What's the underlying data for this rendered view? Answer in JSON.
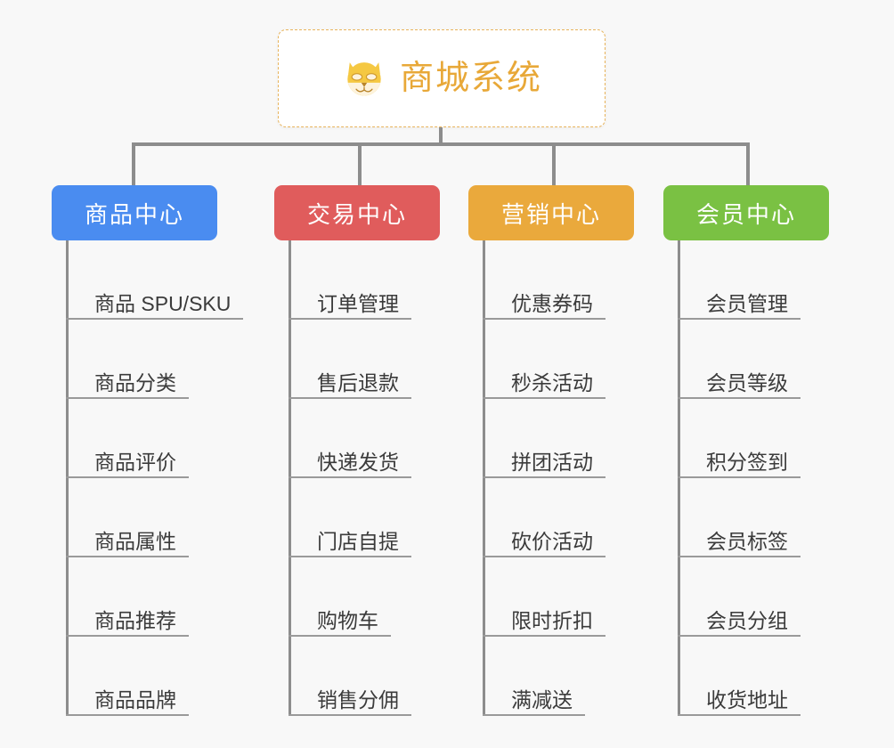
{
  "canvas": {
    "background": "#f8f8f8",
    "connector_color": "#8d8d8d"
  },
  "root": {
    "title": "商城系统",
    "icon": "dog-face-emoji",
    "border_color": "#e8b45c",
    "title_color": "#e8a838",
    "background": "#ffffff"
  },
  "branches": [
    {
      "name": "product-center",
      "label": "商品中心",
      "color": "#4a8cf0",
      "items": [
        "商品 SPU/SKU",
        "商品分类",
        "商品评价",
        "商品属性",
        "商品推荐",
        "商品品牌"
      ]
    },
    {
      "name": "trade-center",
      "label": "交易中心",
      "color": "#e05c5c",
      "items": [
        "订单管理",
        "售后退款",
        "快递发货",
        "门店自提",
        "购物车",
        "销售分佣"
      ]
    },
    {
      "name": "marketing-center",
      "label": "营销中心",
      "color": "#eaa93c",
      "items": [
        "优惠券码",
        "秒杀活动",
        "拼团活动",
        "砍价活动",
        "限时折扣",
        "满减送"
      ]
    },
    {
      "name": "member-center",
      "label": "会员中心",
      "color": "#7ac143",
      "items": [
        "会员管理",
        "会员等级",
        "积分签到",
        "会员标签",
        "会员分组",
        "收货地址"
      ]
    }
  ]
}
